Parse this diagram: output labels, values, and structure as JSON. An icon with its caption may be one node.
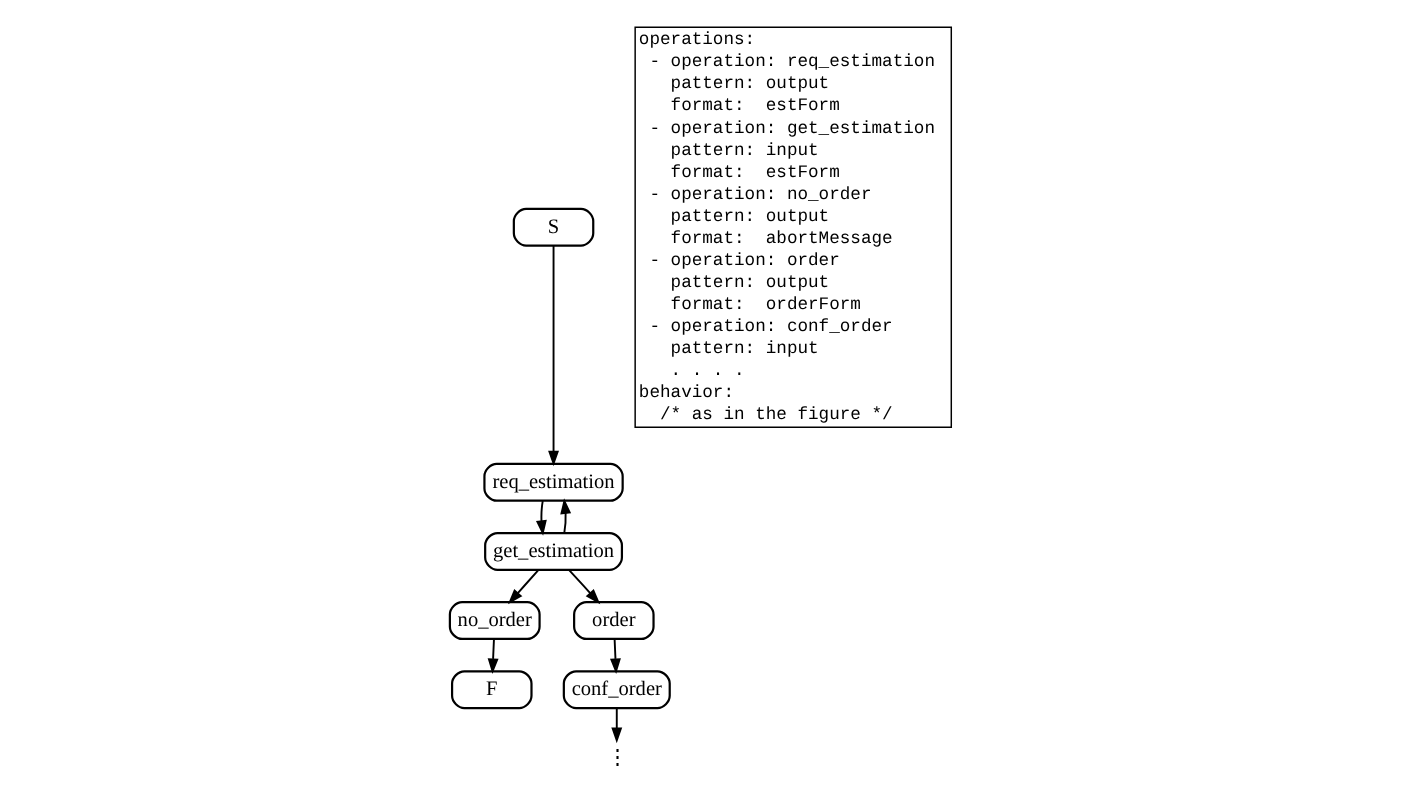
{
  "diagram": {
    "nodes": [
      {
        "text": [
          "S"
        ]
      },
      {
        "text": [
          "req_estimation"
        ]
      },
      {
        "text": [
          "get_estimation"
        ]
      },
      {
        "text": [
          "no_order"
        ]
      },
      {
        "text": [
          "F"
        ]
      },
      {
        "text": [
          "order"
        ]
      },
      {
        "text": [
          "conf_order"
        ]
      },
      {
        "text": [
          "⋮"
        ]
      }
    ],
    "edges": [
      {
        "from": 0,
        "to": 1,
        "arrow": "to"
      },
      {
        "from": 1,
        "to": 2,
        "arrow": "to"
      },
      {
        "from": 2,
        "to": 1,
        "arrow": "to"
      },
      {
        "from": 2,
        "to": 3,
        "arrow": "to"
      },
      {
        "from": 3,
        "to": 4,
        "arrow": "to"
      },
      {
        "from": 2,
        "to": 5,
        "arrow": "to"
      },
      {
        "from": 5,
        "to": 6,
        "arrow": "to"
      },
      {
        "from": 6,
        "to": 7,
        "arrow": "to"
      }
    ],
    "labels": [
      "operations:",
      " - operation: req_estimation",
      "   pattern: output",
      "   format:  estForm",
      " - operation: get_estimation",
      "   pattern: input",
      "   format:  estForm",
      " - operation: no_order",
      "   pattern: output",
      "   format:  abortMessage",
      " - operation: order",
      "   pattern: output",
      "   format:  orderForm",
      " - operation: conf_order",
      "   pattern: input",
      "   . . . .",
      "behavior:",
      "  /* as in the figure */"
    ]
  }
}
